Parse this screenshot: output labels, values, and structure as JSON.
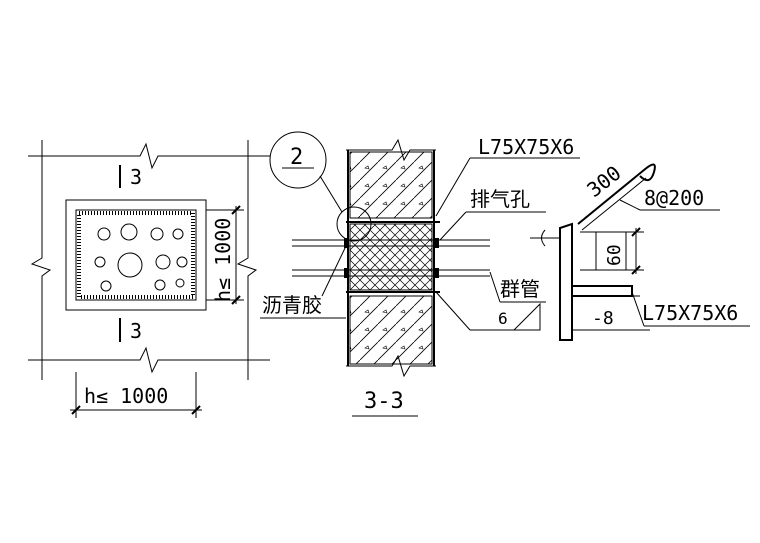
{
  "plan_view": {
    "section_mark_top": "3",
    "section_mark_bottom": "3",
    "dim_width": "h≤ 1000",
    "dim_height": "h≤ 1000"
  },
  "section_view": {
    "detail_number": "2",
    "angle_label_top": "L75X75X6",
    "vent_label": "排气孔",
    "tube_label": "群管",
    "asphalt_label": "沥青胶",
    "plate_thickness": "6",
    "section_title": "3-3"
  },
  "detail_view": {
    "dim_300": "300",
    "rebar_label": "8@200",
    "dim_60": "60",
    "plate_thickness": "-8",
    "angle_label_bottom": "L75X75X6"
  }
}
